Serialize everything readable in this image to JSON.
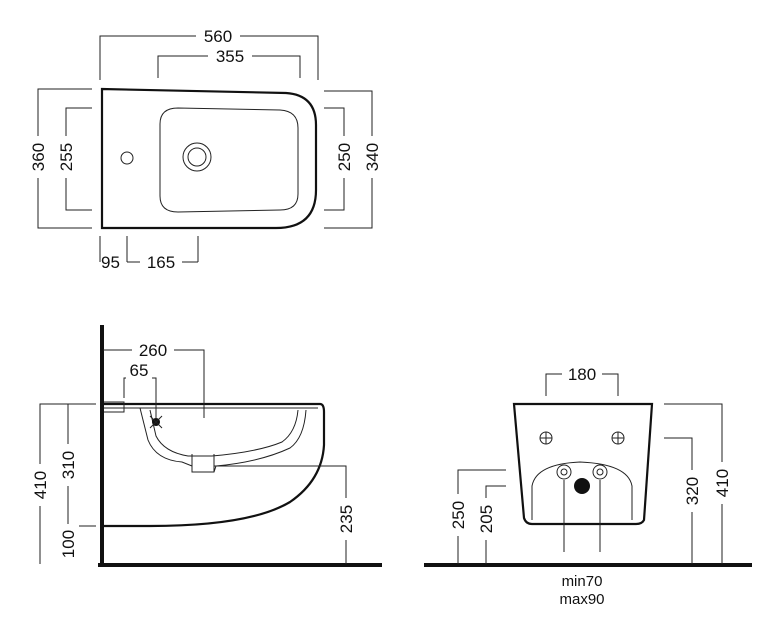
{
  "top_view": {
    "overall_length": "560",
    "bowl_length": "355",
    "overall_width": "360",
    "inner_width_left": "255",
    "inner_width_right": "250",
    "rear_width": "340",
    "hole_offset": "95",
    "hole_to_bowl": "165"
  },
  "side_view": {
    "depth_to_bowl": "260",
    "inlet_offset": "65",
    "total_height": "410",
    "height_310": "310",
    "base_100": "100",
    "outlet_height": "235"
  },
  "front_view": {
    "fixing_spacing": "180",
    "left_250": "250",
    "left_205": "205",
    "right_320": "320",
    "right_410": "410",
    "spacing_min": "min70",
    "spacing_max": "max90"
  },
  "colors": {
    "line": "#111111",
    "background": "#ffffff"
  }
}
